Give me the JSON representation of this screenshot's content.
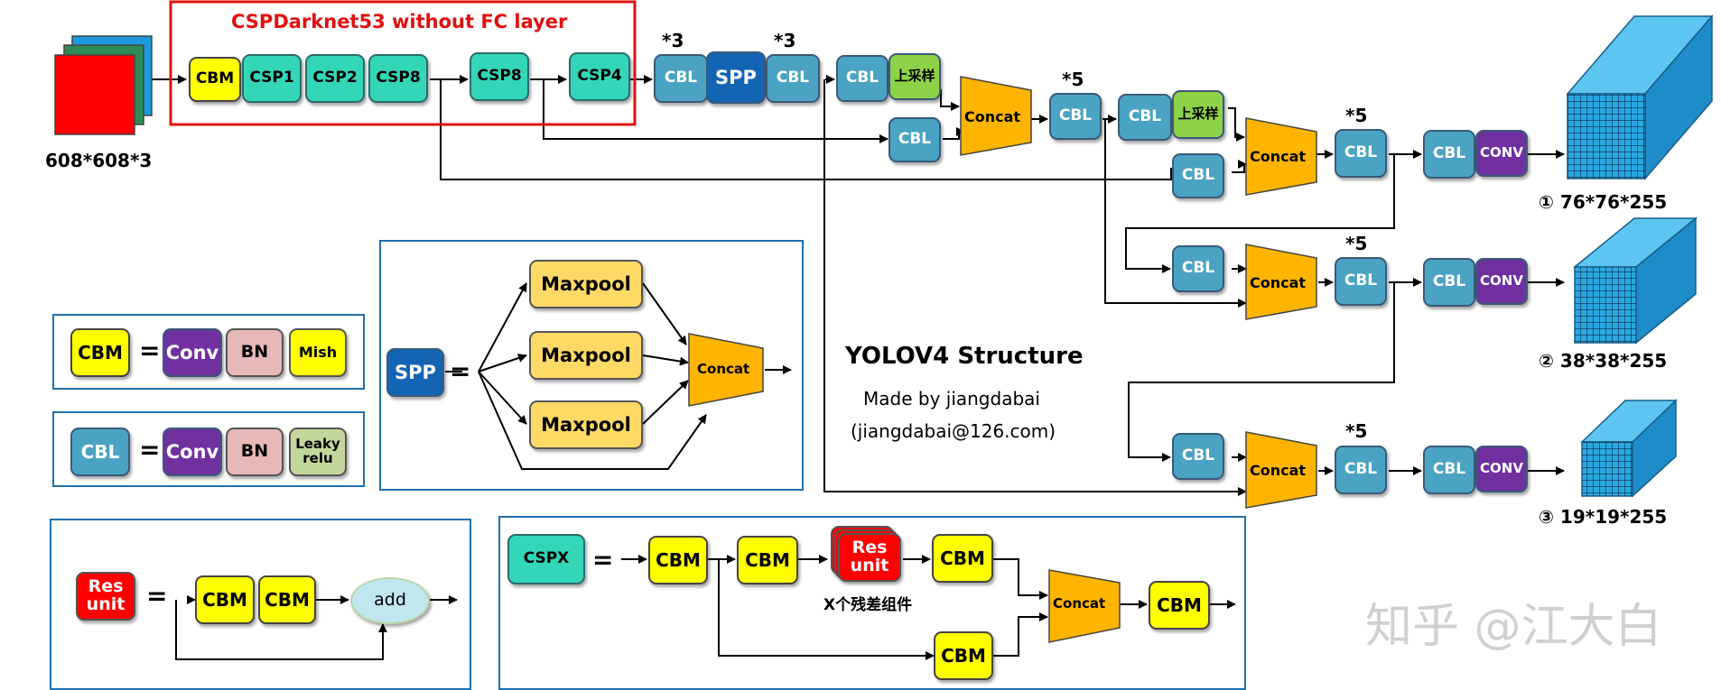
{
  "header": {
    "backbone_title": "CSPDarknet53 without FC layer",
    "input_size": "608*608*3"
  },
  "labels": {
    "cbm": "CBM",
    "cbl": "CBL",
    "csp1": "CSP1",
    "csp2": "CSP2",
    "csp8": "CSP8",
    "csp4": "CSP4",
    "spp": "SPP",
    "upsample": "上采样",
    "concat": "Concat",
    "conv_upper": "CONV",
    "conv": "Conv",
    "bn": "BN",
    "mish": "Mish",
    "leaky_relu": "Leaky\nrelu",
    "maxpool": "Maxpool",
    "res_unit": "Res\nunit",
    "add": "add",
    "cspx": "CSPX",
    "equals": "=",
    "mult3": "*3",
    "mult5": "*5",
    "x_residual": "X个残差组件"
  },
  "outputs": [
    "① 76*76*255",
    "② 38*38*255",
    "③ 19*19*255"
  ],
  "title": {
    "main": "YOLOV4 Structure",
    "author": "Made by jiangdabai",
    "email": "(jiangdabai@126.com)"
  },
  "watermark": "知乎 @江大白",
  "colors": {
    "cbl": "#4ba3c3",
    "cbm": "#ffff00",
    "csp": "#33d6b6",
    "spp": "#1464b4",
    "upsample": "#8dd248",
    "conv": "#7030a0",
    "concat": "#ffb400",
    "bn": "#e6b8b7",
    "leaky": "#c4d79b",
    "maxpool": "#ffd966",
    "res": "#ff0000",
    "add": "#c0e6f0",
    "cube": "#29a8e0",
    "backbone_frame": "#e01010",
    "panel_border": "#1f6fb0"
  }
}
